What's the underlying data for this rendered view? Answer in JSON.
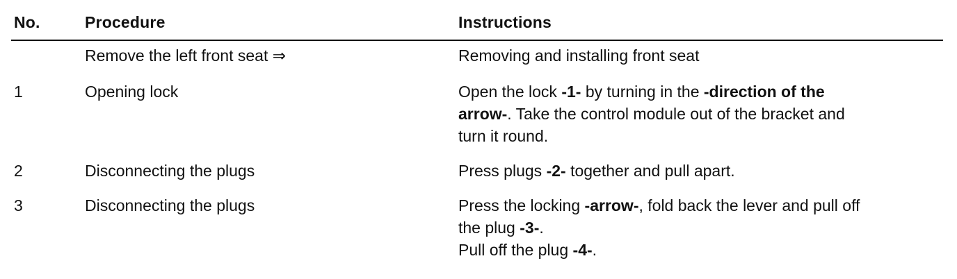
{
  "header": {
    "no": "No.",
    "procedure": "Procedure",
    "instructions": "Instructions"
  },
  "rows": [
    {
      "no": "",
      "procedure": "Remove the left front seat ⇒",
      "instructions": [
        [
          {
            "t": "Removing and installing front seat",
            "b": false
          }
        ]
      ]
    },
    {
      "no": "1",
      "procedure": "Opening lock",
      "instructions": [
        [
          {
            "t": "Open the lock ",
            "b": false
          },
          {
            "t": "-1-",
            "b": true
          },
          {
            "t": " by turning in the ",
            "b": false
          },
          {
            "t": "-direction of the",
            "b": true
          }
        ],
        [
          {
            "t": "arrow-",
            "b": true
          },
          {
            "t": ". Take the control module out of the bracket and",
            "b": false
          }
        ],
        [
          {
            "t": "turn it round.",
            "b": false
          }
        ]
      ]
    },
    {
      "no": "2",
      "procedure": "Disconnecting the plugs",
      "instructions": [
        [
          {
            "t": "Press plugs ",
            "b": false
          },
          {
            "t": "-2-",
            "b": true
          },
          {
            "t": " together and pull apart.",
            "b": false
          }
        ]
      ]
    },
    {
      "no": "3",
      "procedure": "Disconnecting the plugs",
      "instructions": [
        [
          {
            "t": "Press the locking ",
            "b": false
          },
          {
            "t": "-arrow-",
            "b": true
          },
          {
            "t": ", fold back the lever and pull off",
            "b": false
          }
        ],
        [
          {
            "t": "the plug ",
            "b": false
          },
          {
            "t": "-3-",
            "b": true
          },
          {
            "t": ".",
            "b": false
          }
        ],
        [
          {
            "t": "Pull off the plug ",
            "b": false
          },
          {
            "t": "-4-",
            "b": true
          },
          {
            "t": ".",
            "b": false
          }
        ]
      ]
    }
  ]
}
